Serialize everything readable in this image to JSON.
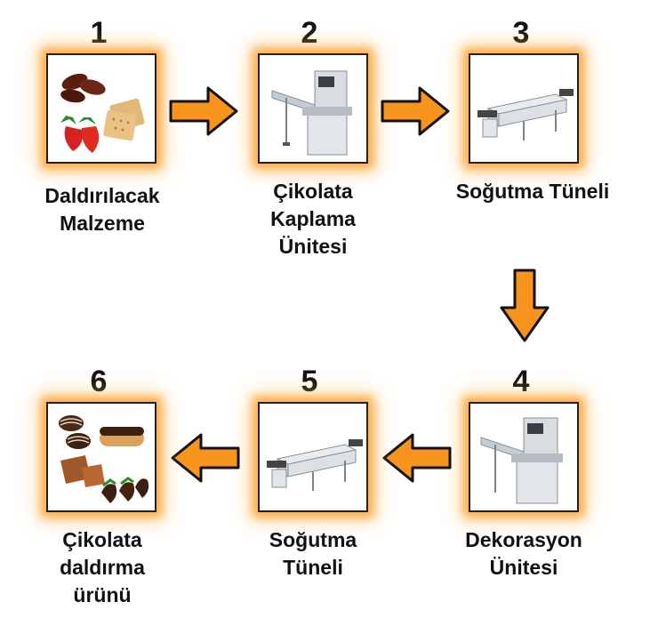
{
  "steps": [
    {
      "number": "1",
      "label_lines": [
        "Daldırılacak",
        "Malzeme"
      ]
    },
    {
      "number": "2",
      "label_lines": [
        "Çikolata",
        "Kaplama",
        "Ünitesi"
      ]
    },
    {
      "number": "3",
      "label_lines": [
        "Soğutma Tüneli"
      ]
    },
    {
      "number": "4",
      "label_lines": [
        "Dekorasyon",
        "Ünitesi"
      ]
    },
    {
      "number": "5",
      "label_lines": [
        "Soğutma",
        "Tüneli"
      ]
    },
    {
      "number": "6",
      "label_lines": [
        "Çikolata",
        "daldırma",
        "ürünü"
      ]
    }
  ],
  "colors": {
    "arrow_fill": "#f7941d",
    "arrow_stroke": "#111111",
    "glow": "#ff9a1e"
  }
}
